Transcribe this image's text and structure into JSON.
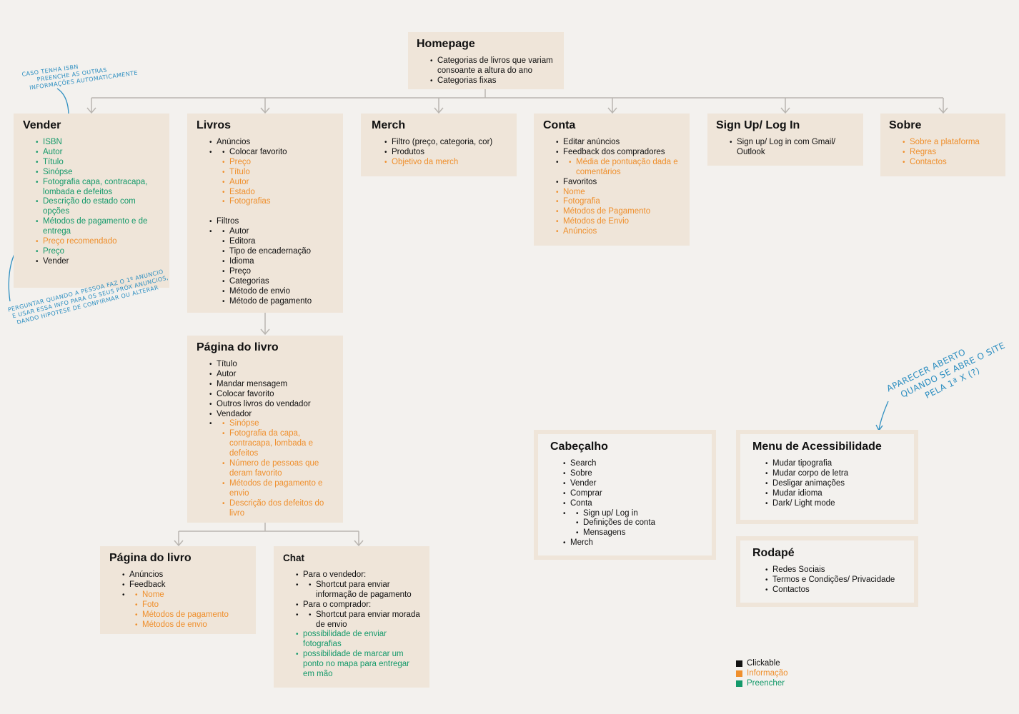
{
  "homepage": {
    "title": "Homepage",
    "items": [
      "Categorias de livros que variam consoante a altura do ano",
      "Categorias fixas"
    ]
  },
  "vender": {
    "title": "Vender",
    "items": [
      {
        "text": "ISBN"
      },
      {
        "text": "Autor"
      },
      {
        "text": "Título"
      },
      {
        "text": "Sinópse"
      },
      {
        "text": "Fotografia capa, contracapa, lombada e defeitos"
      },
      {
        "text": "Descrição do estado com opções"
      },
      {
        "text": "Métodos de pagamento e de entrega"
      },
      {
        "text": "Preço recomendado"
      },
      {
        "text": "Preço"
      },
      {
        "text": "Vender"
      }
    ]
  },
  "livros": {
    "title": "Livros",
    "anuncios_label": "Anúncios",
    "anuncios": [
      "Colocar favorito",
      "Preço",
      "Título",
      "Autor",
      "Estado",
      "Fotografias"
    ],
    "filtros_label": "Filtros",
    "filtros": [
      "Autor",
      "Editora",
      "Tipo de encadernação",
      "Idioma",
      "Preço",
      "Categorias",
      "Método de envio",
      "Método de pagamento"
    ]
  },
  "merch": {
    "title": "Merch",
    "items": [
      "Filtro (preço, categoria, cor)",
      "Produtos",
      "Objetivo da merch"
    ]
  },
  "conta": {
    "title": "Conta",
    "editar": "Editar anúncios",
    "feedback": "Feedback dos compradores",
    "feedback_sub": "Média de pontuação dada e comentários",
    "rest": [
      "Favoritos",
      "Nome",
      "Fotografia",
      "Métodos de Pagamento",
      "Métodos de Envio",
      "Anúncios"
    ]
  },
  "signup": {
    "title": "Sign Up/ Log In",
    "items": [
      "Sign up/ Log in com Gmail/ Outlook"
    ]
  },
  "sobre": {
    "title": "Sobre",
    "items": [
      "Sobre a plataforma",
      "Regras",
      "Contactos"
    ]
  },
  "pagina_livro": {
    "title": "Página do livro",
    "items": [
      "Título",
      "Autor",
      "Mandar mensagem",
      "Colocar favorito",
      "Outros livros do vendador",
      "Vendador"
    ],
    "vendador_sub": [
      "Sinópse",
      "Fotografia da capa, contracapa, lombada e defeitos",
      "Número de pessoas que deram favorito",
      "Métodos de pagamento e envio",
      "Descrição dos defeitos do livro"
    ]
  },
  "pagina_vendedor": {
    "title": "Página do livro",
    "anuncios": "Anúncios",
    "feedback": "Feedback",
    "feedback_sub": [
      "Nome",
      "Foto",
      "Métodos de pagamento",
      "Métodos de envio"
    ]
  },
  "chat": {
    "title": "Chat",
    "vendedor": "Para o vendedor:",
    "vendedor_sub": "Shortcut para enviar informação de pagamento",
    "comprador": "Para o comprador:",
    "comprador_sub": "Shortcut para enviar morada de envio",
    "extras": [
      "possibilidade de enviar fotografias",
      "possibilidade de marcar um ponto no mapa para entregar em mão"
    ]
  },
  "cabecalho": {
    "title": "Cabeçalho",
    "items": [
      "Search",
      "Sobre",
      "Vender",
      "Comprar",
      "Conta"
    ],
    "conta_sub": [
      "Sign up/ Log in",
      "Definições de conta",
      "Mensagens"
    ],
    "last": "Merch"
  },
  "acessibilidade": {
    "title": "Menu de Acessibilidade",
    "items": [
      "Mudar tipografia",
      "Mudar corpo de letra",
      "Desligar animações",
      "Mudar idioma",
      "Dark/ Light mode"
    ]
  },
  "rodape": {
    "title": "Rodapé",
    "items": [
      "Redes Sociais",
      "Termos e Condições/ Privacidade",
      "Contactos"
    ]
  },
  "notes": {
    "isbn": [
      "caso tenha ISBN",
      "preenche as outras",
      "informações automaticamente"
    ],
    "perguntar": [
      "perguntar quando a pessoa faz o 1º anuncio",
      "e usar essa info para os seus próx anuncios,",
      "dando hipotese de confirmar ou alterar"
    ],
    "aparecer": [
      "aparecer aberto",
      "quando se abre o site",
      "pela 1ª x (?)"
    ]
  },
  "legend": {
    "items": [
      {
        "label": "Clickable",
        "color": "#111111"
      },
      {
        "label": "Informação",
        "color": "#ef8f2c"
      },
      {
        "label": "Preencher",
        "color": "#14996a"
      }
    ]
  },
  "colors": {
    "black": "#111111",
    "orange": "#ef8f2c",
    "green": "#14996a",
    "box": "#efe5d9",
    "note": "#2e8fc1"
  }
}
